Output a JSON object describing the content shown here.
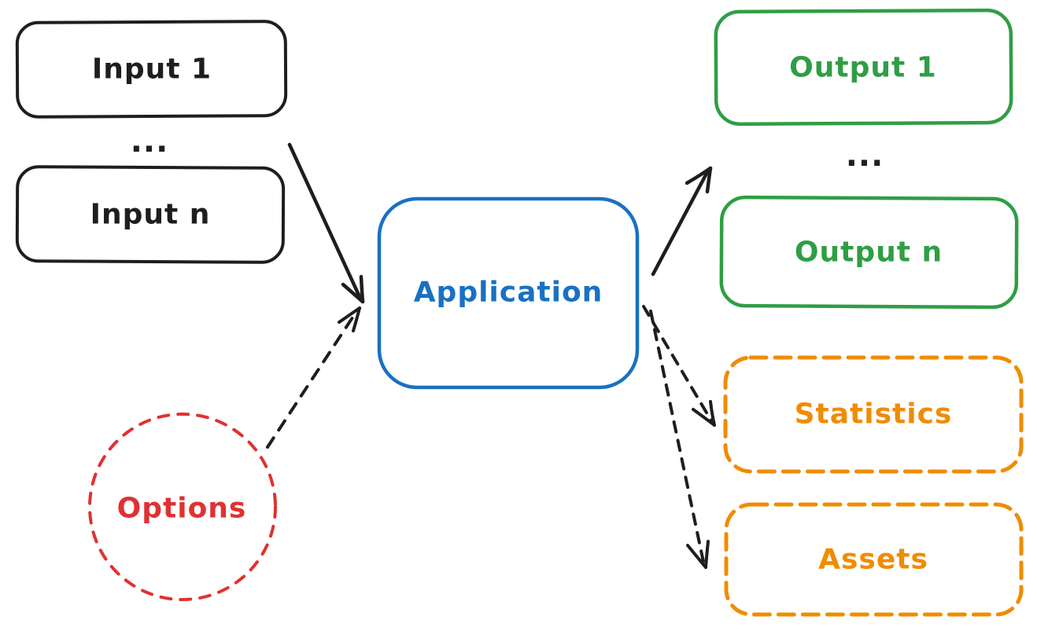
{
  "diagram": {
    "title": "Application input/output flow diagram",
    "colors": {
      "black": "#1e1e1e",
      "blue": "#1971c2",
      "green": "#2f9e44",
      "orange": "#f08c00",
      "red": "#e03131",
      "background": "#ffffff"
    },
    "nodes": {
      "input1": {
        "label": "Input 1"
      },
      "inputs_ellipsis": {
        "label": "..."
      },
      "inputn": {
        "label": "Input n"
      },
      "application": {
        "label": "Application"
      },
      "output1": {
        "label": "Output 1"
      },
      "outputs_ellipsis": {
        "label": "..."
      },
      "outputn": {
        "label": "Output n"
      },
      "statistics": {
        "label": "Statistics"
      },
      "assets": {
        "label": "Assets"
      },
      "options": {
        "label": "Options"
      }
    },
    "edges": [
      {
        "from": "inputs",
        "to": "application",
        "style": "solid"
      },
      {
        "from": "options",
        "to": "application",
        "style": "dashed"
      },
      {
        "from": "application",
        "to": "outputs",
        "style": "solid"
      },
      {
        "from": "application",
        "to": "statistics",
        "style": "dashed"
      },
      {
        "from": "application",
        "to": "assets",
        "style": "dashed"
      }
    ]
  }
}
